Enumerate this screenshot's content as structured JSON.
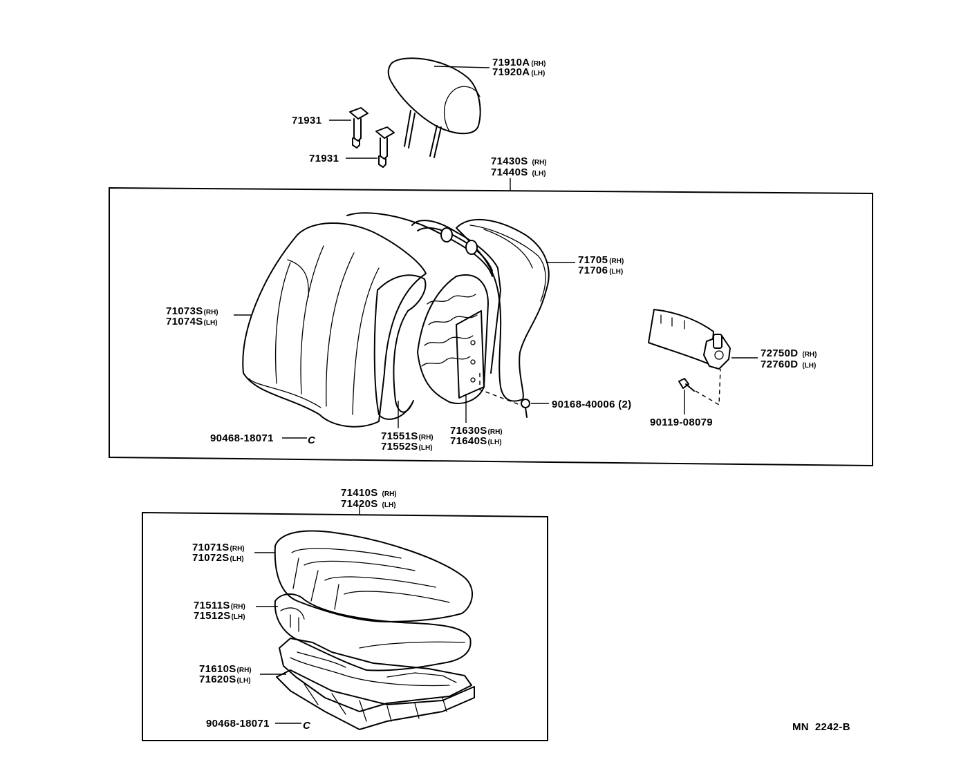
{
  "labels": {
    "headrest": {
      "pn1": "71910A",
      "sfx1": "(RH)",
      "pn2": "71920A",
      "sfx2": "(LH)"
    },
    "support_a": {
      "pn": "71931"
    },
    "support_b": {
      "pn": "71931"
    },
    "seatback_assy": {
      "pn1": "71430S",
      "sfx1": "(RH)",
      "pn2": "71440S",
      "sfx2": "(LH)"
    },
    "back_pad": {
      "pn1": "71705",
      "sfx1": "(RH)",
      "pn2": "71706",
      "sfx2": "(LH)"
    },
    "back_cover": {
      "pn1": "71073S",
      "sfx1": "(RH)",
      "pn2": "71074S",
      "sfx2": "(LH)"
    },
    "recliner": {
      "pn1": "72750D",
      "sfx1": "(RH)",
      "pn2": "72760D",
      "sfx2": "(LH)"
    },
    "screw_back": {
      "pn": "90168-40006 (2)"
    },
    "bolt_recliner": {
      "pn": "90119-08079"
    },
    "hog_ring_back": {
      "pn": "90468-18071"
    },
    "back_spring": {
      "pn1": "71551S",
      "sfx1": "(RH)",
      "pn2": "71552S",
      "sfx2": "(LH)"
    },
    "back_frame": {
      "pn1": "71630S",
      "sfx1": "(RH)",
      "pn2": "71640S",
      "sfx2": "(LH)"
    },
    "cushion_assy": {
      "pn1": "71410S",
      "sfx1": "(RH)",
      "pn2": "71420S",
      "sfx2": "(LH)"
    },
    "cushion_cover": {
      "pn1": "71071S",
      "sfx1": "(RH)",
      "pn2": "71072S",
      "sfx2": "(LH)"
    },
    "cushion_pad": {
      "pn1": "71511S",
      "sfx1": "(RH)",
      "pn2": "71512S",
      "sfx2": "(LH)"
    },
    "cushion_frame": {
      "pn1": "71610S",
      "sfx1": "(RH)",
      "pn2": "71620S",
      "sfx2": "(LH)"
    },
    "hog_ring_cushion": {
      "pn": "90468-18071"
    }
  },
  "clip_symbol": "C",
  "drawing_code": "MN  2242-B"
}
